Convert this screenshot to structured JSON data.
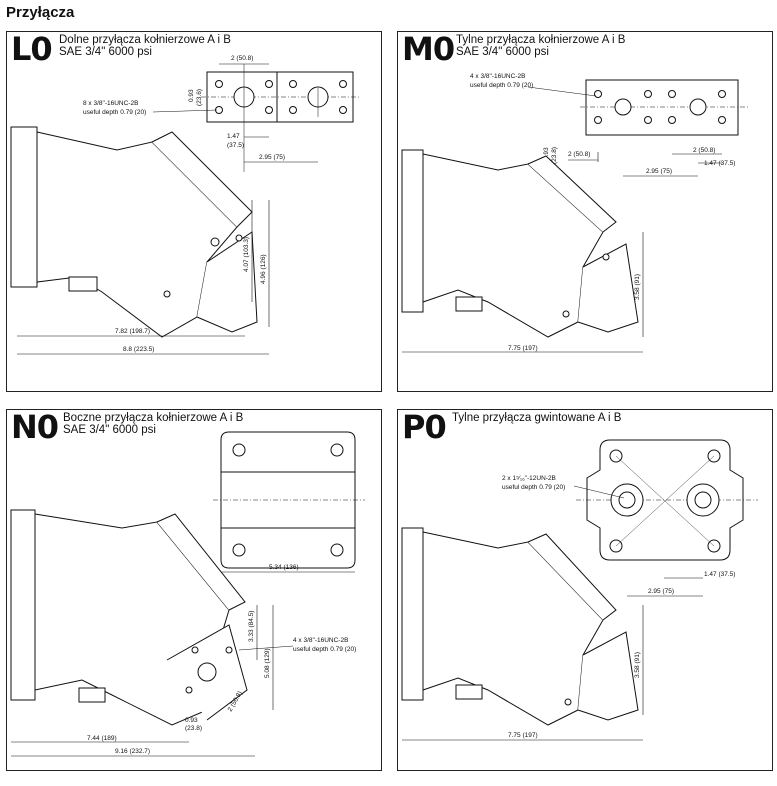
{
  "page_title": "Przyłącza",
  "panels": [
    {
      "code": "L0",
      "description": "Dolne przyłącza kołnierzowe A i B",
      "pressure": "SAE 3/4\" 6000 psi",
      "note_line1": "8 x 3/8\"-16UNC-2B",
      "note_line2": "useful depth 0.79 (20)",
      "dims": {
        "d1": "2 (50.8)",
        "d2": "0.93",
        "d2b": "(23.6)",
        "d3": "1.47",
        "d3b": "(37.5)",
        "d4": "2.95 (75)",
        "d5": "4.07 (103.3)",
        "d6": "4.96 (126)",
        "d7": "7.82 (198.7)",
        "d8": "8.8 (223.5)"
      }
    },
    {
      "code": "M0",
      "description": "Tylne przyłącza kołnierzowe A i B",
      "pressure": "SAE 3/4\" 6000 psi",
      "note_line1": "4 x 3/8\"-16UNC-2B",
      "note_line2": "useful depth 0.79 (20)",
      "dims": {
        "d1": "0.93",
        "d1b": "(23.8)",
        "d2": "2 (50.8)",
        "d3": "2 (50.8)",
        "d4": "1.47 (37.5)",
        "d5": "2.95 (75)",
        "d6": "3.58 (91)",
        "d7": "7.75 (197)"
      }
    },
    {
      "code": "N0",
      "description": "Boczne przyłącza kołnierzowe A i B",
      "pressure": "SAE 3/4\" 6000 psi",
      "note_line1": "4 x 3/8\"-16UNC-2B",
      "note_line2": "useful depth 0.79 (20)",
      "dims": {
        "d1": "5.34 (136)",
        "d2": "3.33 (84.5)",
        "d3": "5.08 (129)",
        "d4": "2 (50.8)",
        "d5": "0.93",
        "d5b": "(23.8)",
        "d6": "7.44 (189)",
        "d7": "9.16 (232.7)"
      }
    },
    {
      "code": "P0",
      "description": "Tylne przyłącza gwintowane A i B",
      "note_line1": "2 x 1⁵⁄₁₆\"-12UN-2B",
      "note_line2": "useful depth 0.79 (20)",
      "dims": {
        "d1": "1.47 (37.5)",
        "d2": "2.95 (75)",
        "d3": "3.58 (91)",
        "d4": "7.75 (197)"
      }
    }
  ]
}
